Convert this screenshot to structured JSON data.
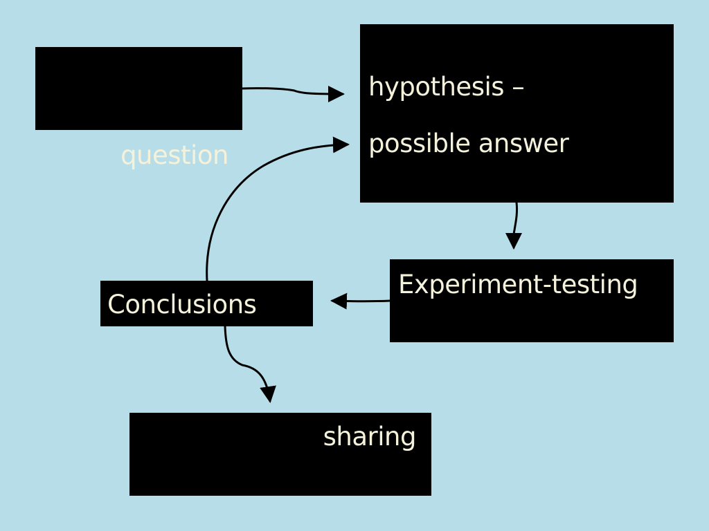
{
  "background_color": "#b7dde8",
  "box_color": "#000000",
  "text_color": "#f5f2dc",
  "nodes": {
    "question": {
      "label": "question"
    },
    "hypothesis": {
      "line1": "hypothesis –",
      "line2": "possible answer"
    },
    "experiment": {
      "label": "Experiment-testing"
    },
    "conclusions": {
      "label": "Conclusions"
    },
    "sharing": {
      "label": "sharing"
    }
  },
  "edges": [
    {
      "from": "question",
      "to": "hypothesis"
    },
    {
      "from": "hypothesis",
      "to": "experiment"
    },
    {
      "from": "experiment",
      "to": "conclusions"
    },
    {
      "from": "conclusions",
      "to": "hypothesis"
    },
    {
      "from": "conclusions",
      "to": "sharing"
    }
  ]
}
